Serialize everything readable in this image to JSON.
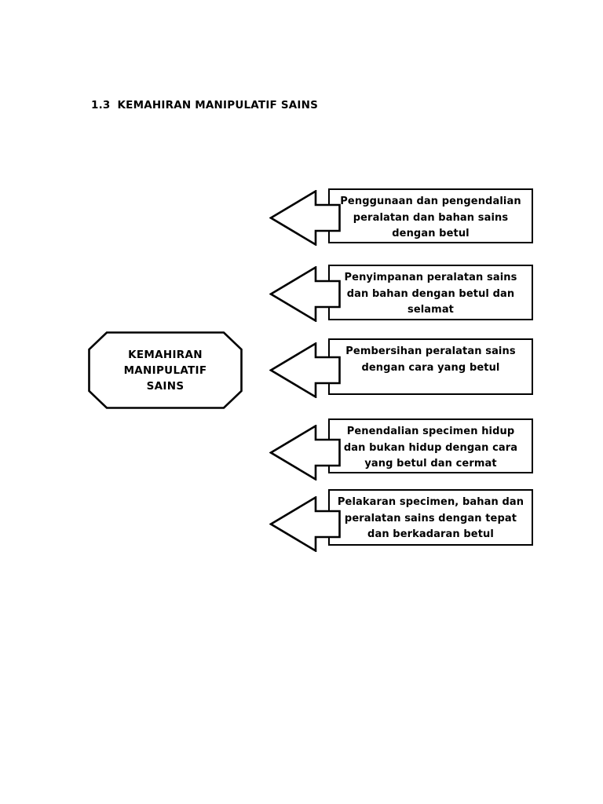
{
  "page": {
    "background_color": "#ffffff",
    "ink_color": "#000000"
  },
  "heading": {
    "number": "1.3",
    "title": "KEMAHIRAN MANIPULATIF SAINS"
  },
  "center_node": {
    "shape": "octagon",
    "lines": [
      "KEMAHIRAN",
      "MANIPULATIF",
      "SAINS"
    ]
  },
  "skills": [
    {
      "lines": [
        "Penggunaan dan pengendalian",
        "peralatan dan bahan sains",
        "dengan betul"
      ]
    },
    {
      "lines": [
        "Penyimpanan peralatan sains",
        "dan bahan dengan betul dan",
        "selamat"
      ]
    },
    {
      "lines": [
        "Pembersihan peralatan sains",
        "dengan cara yang betul"
      ]
    },
    {
      "lines": [
        "Penendalian specimen hidup",
        "dan bukan hidup dengan cara",
        "yang betul dan cermat"
      ]
    },
    {
      "lines": [
        "Pelakaran specimen, bahan dan",
        "peralatan sains dengan tepat",
        "dan berkadaran betul"
      ]
    }
  ]
}
